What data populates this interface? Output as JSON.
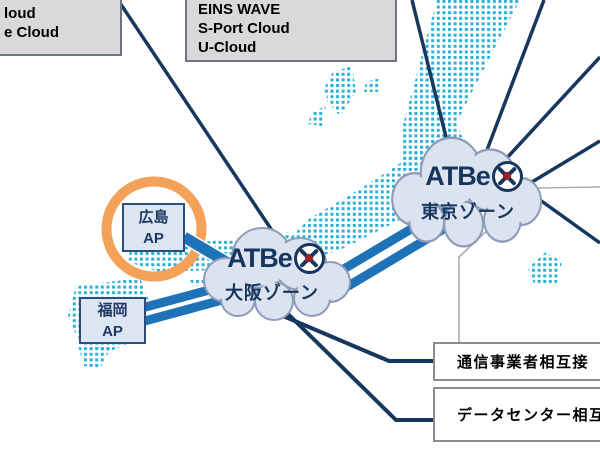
{
  "partial_left_box": {
    "line1": "loud",
    "line2": "e Cloud"
  },
  "services_box": {
    "line1": "EINS WAVE",
    "line2": "S-Port Cloud",
    "line3": "U-Cloud"
  },
  "tokyo_zone": {
    "logo": "ATBe",
    "label": "東京ゾーン"
  },
  "osaka_zone": {
    "logo": "ATBe",
    "label": "大阪ゾーン"
  },
  "hiroshima_ap": {
    "line1": "広島",
    "line2": "AP"
  },
  "fukuoka_ap": {
    "line1": "福岡",
    "line2": "AP"
  },
  "carrier_box": {
    "label": "通信事業者相互接"
  },
  "datacenter_box": {
    "label": "データセンター相互"
  },
  "colors": {
    "line_navy": "#17375e",
    "trunk_band_blue": "#1e73b8",
    "map_dot_cyan": "#2bb1d8",
    "highlight_orange": "#f4a259",
    "cloud_fill": "#dce3f0",
    "cloud_border": "#8e9cb8",
    "service_box_gray": "#d9d9d9",
    "ap_box_blue": "#dce6f2"
  }
}
